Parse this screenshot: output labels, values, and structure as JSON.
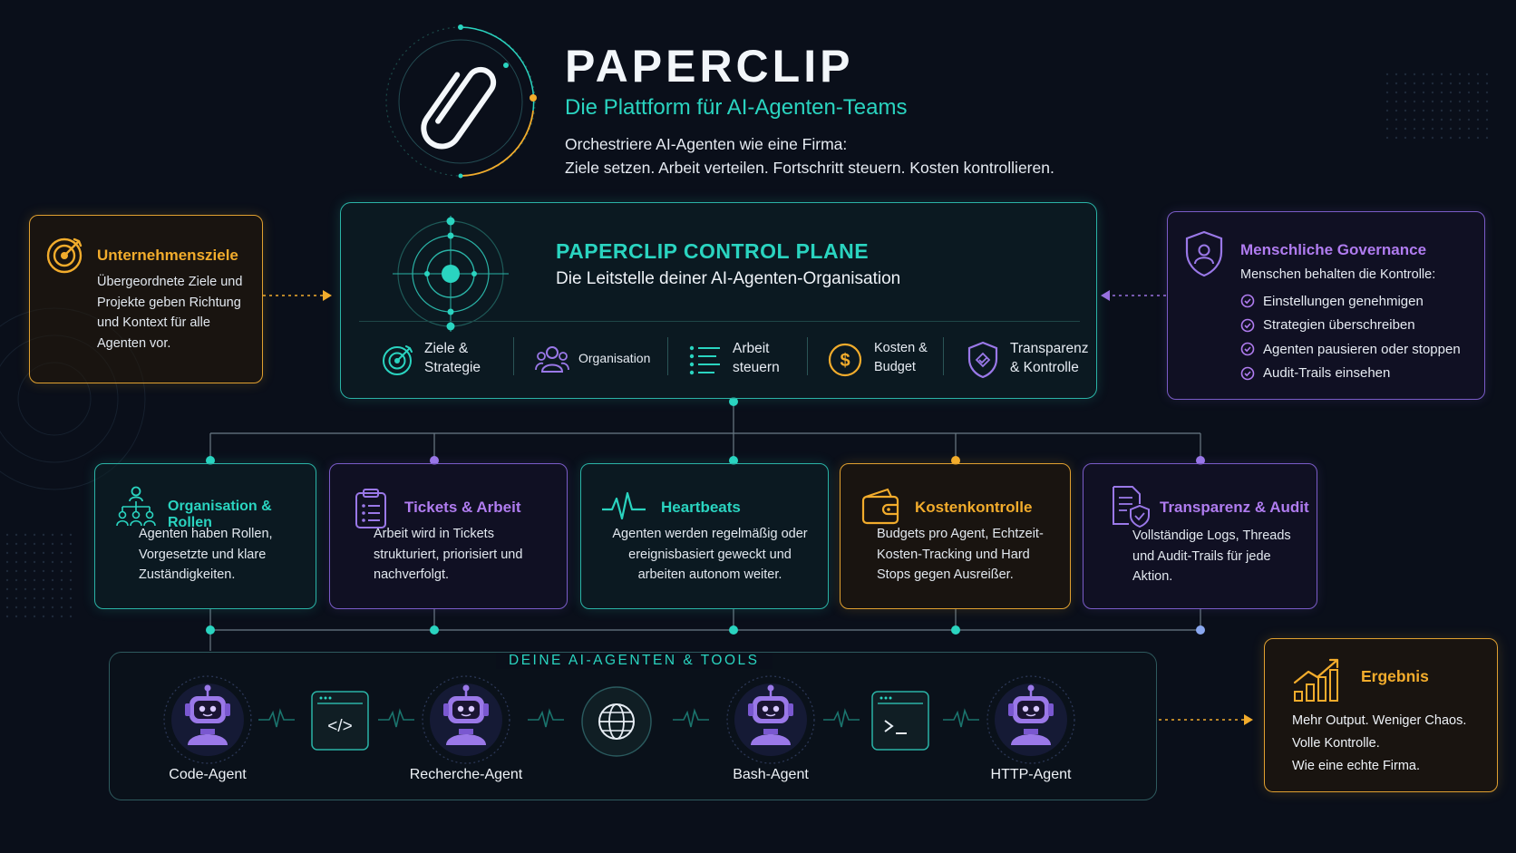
{
  "header": {
    "title": "PAPERCLIP",
    "subtitle": "Die Plattform für AI-Agenten-Teams",
    "tagline_line1": "Orchestriere AI-Agenten wie eine Firma:",
    "tagline_line2": "Ziele setzen. Arbeit verteilen. Fortschritt steuern. Kosten kontrollieren."
  },
  "goals": {
    "title": "Unternehmensziele",
    "text": "Übergeordnete Ziele und Projekte geben Richtung und Kontext für alle Agenten vor."
  },
  "control_plane": {
    "title": "PAPERCLIP CONTROL PLANE",
    "subtitle": "Die Leitstelle deiner AI-Agenten-Organisation",
    "items": [
      {
        "line1": "Ziele &",
        "line2": "Strategie"
      },
      {
        "line1": "Organisation",
        "line2": ""
      },
      {
        "line1": "Arbeit",
        "line2": "steuern"
      },
      {
        "line1": "Kosten &",
        "line2": "Budget"
      },
      {
        "line1": "Transparenz",
        "line2": "& Kontrolle"
      }
    ]
  },
  "governance": {
    "title": "Menschliche Governance",
    "intro": "Menschen behalten die Kontrolle:",
    "items": [
      "Einstellungen genehmigen",
      "Strategien überschreiben",
      "Agenten pausieren oder stoppen",
      "Audit-Trails einsehen"
    ]
  },
  "features": [
    {
      "title": "Organisation & Rollen",
      "text": "Agenten haben Rollen, Vorgesetzte und klare Zuständigkeiten.",
      "icon": "org-chart-icon"
    },
    {
      "title": "Tickets & Arbeit",
      "text": "Arbeit wird in Tickets strukturiert, priorisiert und nachverfolgt.",
      "icon": "clipboard-icon"
    },
    {
      "title": "Heartbeats",
      "text": "Agenten werden regelmäßig oder ereignisbasiert geweckt und arbeiten autonom weiter.",
      "icon": "pulse-icon"
    },
    {
      "title": "Kostenkontrolle",
      "text": "Budgets pro Agent, Echtzeit-Kosten-Tracking und Hard Stops gegen Ausreißer.",
      "icon": "wallet-icon"
    },
    {
      "title": "Transparenz & Audit",
      "text": "Vollständige Logs, Threads und Audit-Trails für jede Aktion.",
      "icon": "document-shield-icon"
    }
  ],
  "agents_section": {
    "label": "DEINE AI-AGENTEN & TOOLS",
    "agents": [
      "Code-Agent",
      "Recherche-Agent",
      "Bash-Agent",
      "HTTP-Agent"
    ]
  },
  "result": {
    "title": "Ergebnis",
    "line1": "Mehr Output. Weniger Chaos.",
    "line2": "Volle Kontrolle.",
    "line3": "Wie eine echte Firma."
  },
  "colors": {
    "background": "#0a0f1a",
    "teal": "#2ad4c0",
    "orange": "#f2ac2c",
    "purple": "#b07cf0"
  }
}
